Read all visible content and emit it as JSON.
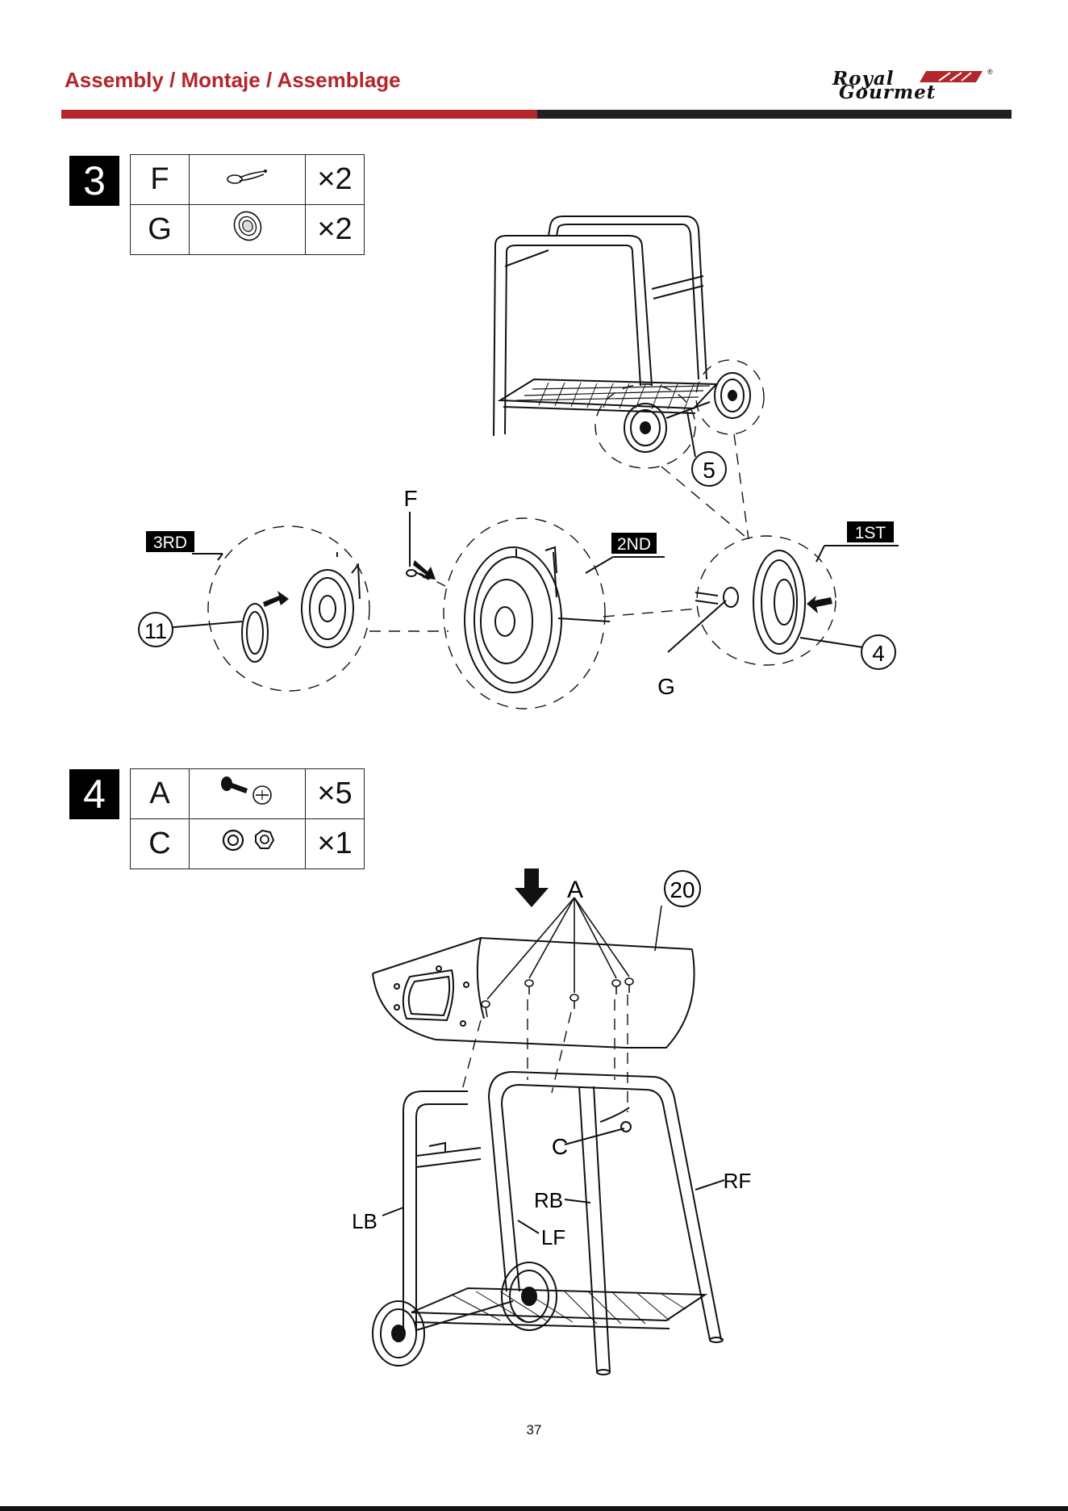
{
  "header": {
    "title": "Assembly / Montaje / Assemblage",
    "brand_line1": "Royal",
    "brand_line2": "Gourmet",
    "brand_mark": "®",
    "accent_color": "#b3262b",
    "dark_color": "#231f20"
  },
  "step3": {
    "number": "3",
    "parts": [
      {
        "letter": "F",
        "icon": "hair-pin-clip-icon",
        "qty": "×2"
      },
      {
        "letter": "G",
        "icon": "washer-bushing-icon",
        "qty": "×2"
      }
    ],
    "callouts": {
      "part5": "5",
      "partF": "F",
      "part11": "11",
      "part4": "4",
      "partG": "G",
      "badge3rd": "3RD",
      "badge2nd": "2ND",
      "badge1st": "1ST"
    }
  },
  "step4": {
    "number": "4",
    "parts": [
      {
        "letter": "A",
        "icon": "bolt-icon",
        "qty": "×5"
      },
      {
        "letter": "C",
        "icon": "washer-nut-icon",
        "qty": "×1"
      }
    ],
    "callouts": {
      "partA": "A",
      "part20": "20",
      "partC": "C",
      "rb": "RB",
      "rf": "RF",
      "lb": "LB",
      "lf": "LF"
    }
  },
  "footer": {
    "page_number": "37"
  }
}
